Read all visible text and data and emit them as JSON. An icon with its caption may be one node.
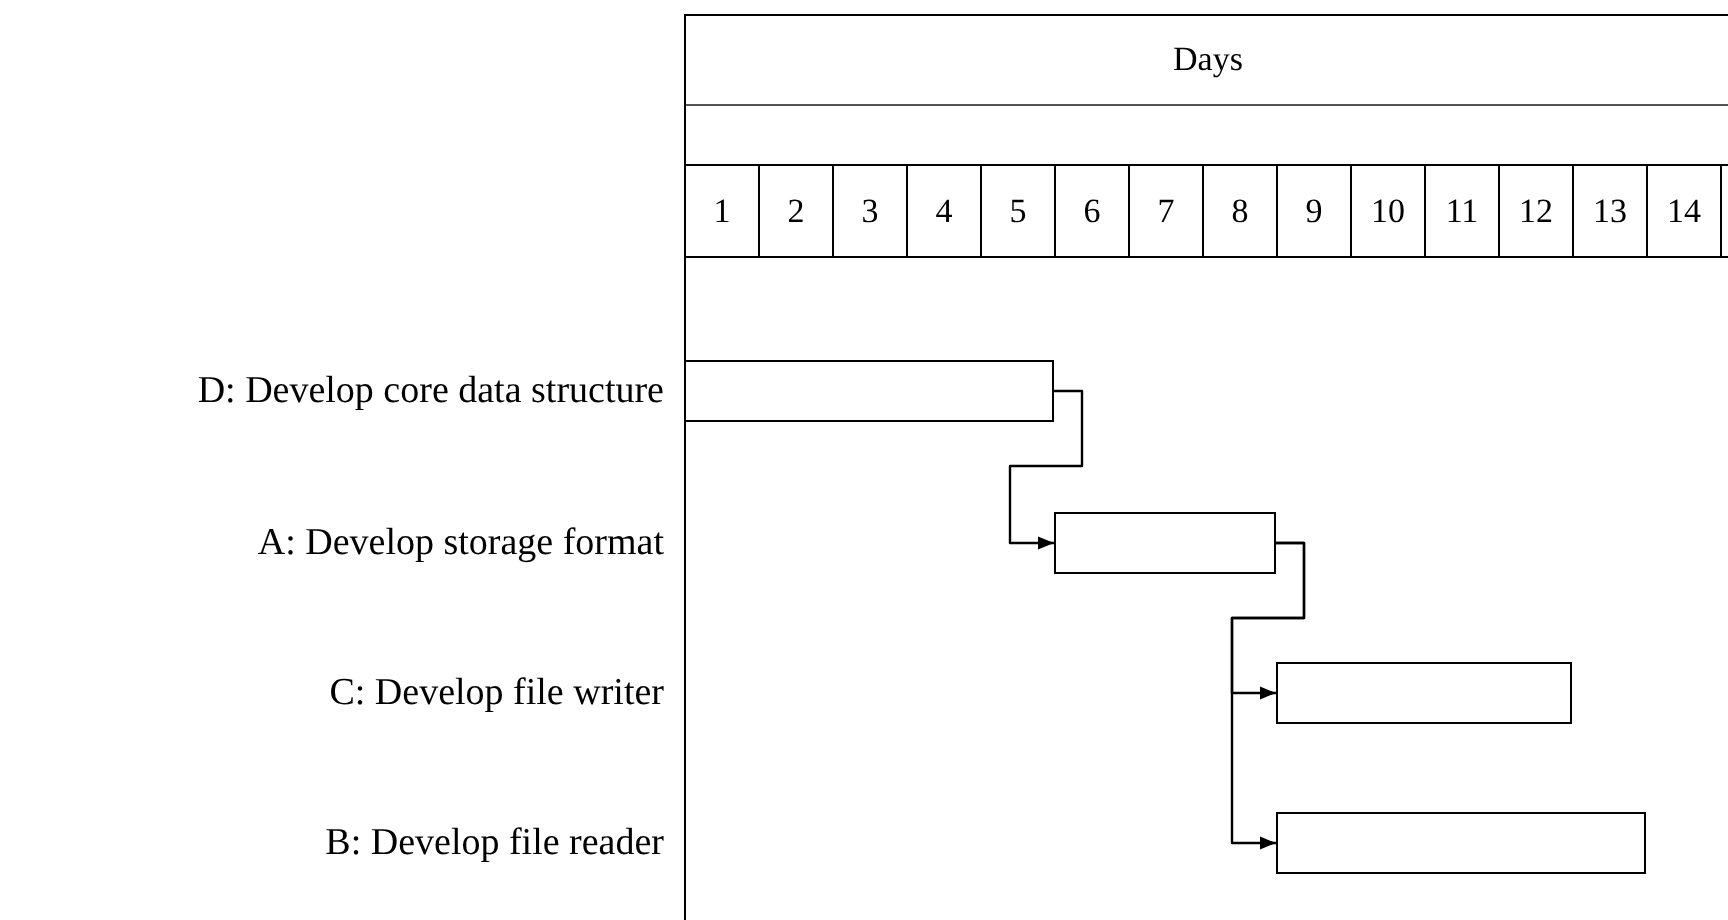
{
  "diagram": {
    "nodes": [
      {
        "text": [],
        "shape": "bar"
      },
      {
        "text": [],
        "shape": "bar"
      },
      {
        "text": [],
        "shape": "bar"
      },
      {
        "text": [],
        "shape": "bar"
      }
    ],
    "edges": [
      {
        "from": 0,
        "to": 1,
        "arrow": "to"
      },
      {
        "from": 1,
        "to": 2,
        "arrow": "to"
      },
      {
        "from": 1,
        "to": 3,
        "arrow": "to"
      }
    ],
    "labels": [
      "Days",
      "1",
      "2",
      "3",
      "4",
      "5",
      "6",
      "7",
      "8",
      "9",
      "10",
      "11",
      "12",
      "13",
      "14",
      "D: Develop core data structure",
      "A: Develop storage format",
      "C: Develop file writer",
      "B: Develop file reader"
    ]
  }
}
